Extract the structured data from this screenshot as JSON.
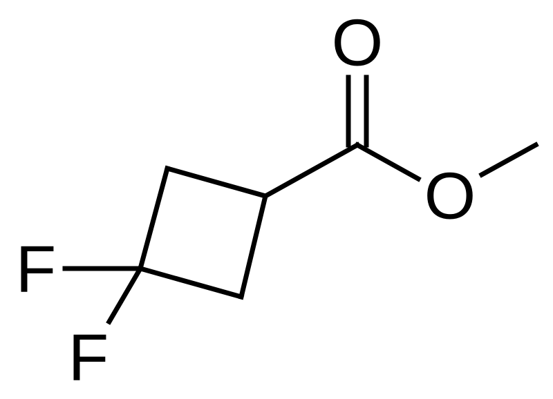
{
  "structure": {
    "atoms": {
      "oxygen_carbonyl": "O",
      "oxygen_ester": "O",
      "fluorine_upper": "F",
      "fluorine_lower": "F"
    }
  },
  "colors": {
    "bond": "#000000",
    "label": "#000000",
    "background": "#ffffff"
  }
}
